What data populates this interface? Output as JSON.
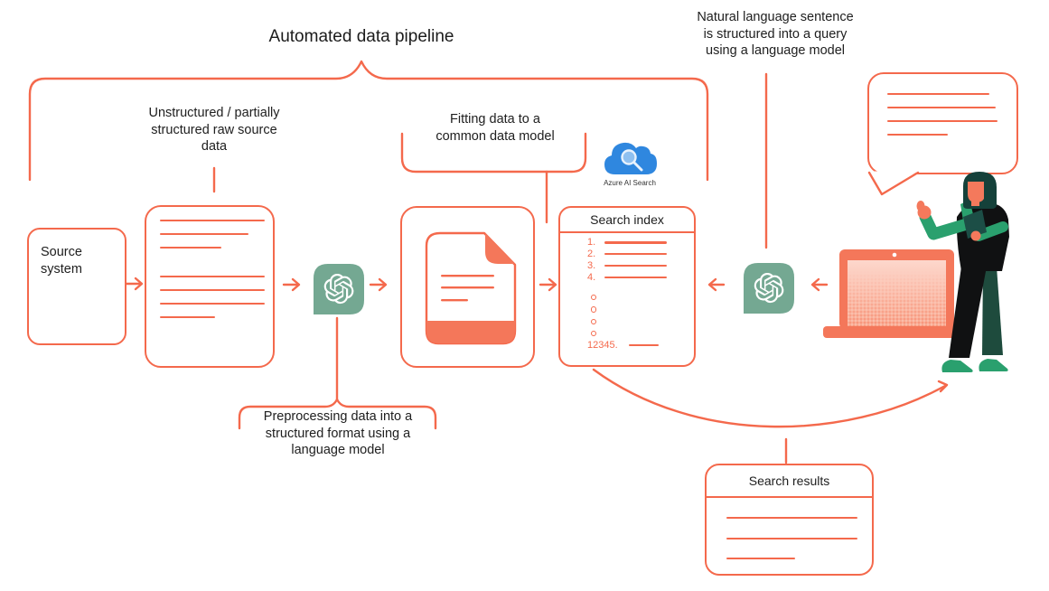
{
  "title": "Automated data pipeline",
  "callouts": {
    "unstructured": {
      "lines": [
        "Unstructured / partially",
        "structured raw source",
        "data"
      ]
    },
    "fitting": {
      "lines": [
        "Fitting data to a",
        "common data model"
      ]
    },
    "preprocessing": {
      "lines": [
        "Preprocessing data into a",
        "structured format using a",
        "language model"
      ]
    },
    "natural_language": {
      "lines": [
        "Natural language sentence",
        "is structured into a query",
        "using a language model"
      ]
    }
  },
  "source_system": {
    "lines": [
      "Source",
      "system"
    ]
  },
  "search_index": {
    "title": "Search index",
    "item_numbers": [
      "1.",
      "2.",
      "3.",
      "4."
    ],
    "ellipsis_dot_count": 4,
    "footer_number": "12345."
  },
  "search_results": {
    "title": "Search results"
  },
  "azure_ai_search": {
    "label": "Azure AI Search"
  },
  "icons": {
    "pipeline_model": "openai-logo",
    "query_model": "openai-logo",
    "search_service": "azure-ai-search-cloud"
  },
  "colors": {
    "coral": "#F4694C",
    "coral_fill": "#F4775A",
    "ink": "#202020",
    "sage_green": "#74A892",
    "azure_blue": "#2F87DF",
    "person_green": "#2AA06E",
    "person_dark": "#15413A",
    "person_black": "#101112",
    "person_pant_green": "#1E4B3D",
    "face": "#F4795C"
  }
}
